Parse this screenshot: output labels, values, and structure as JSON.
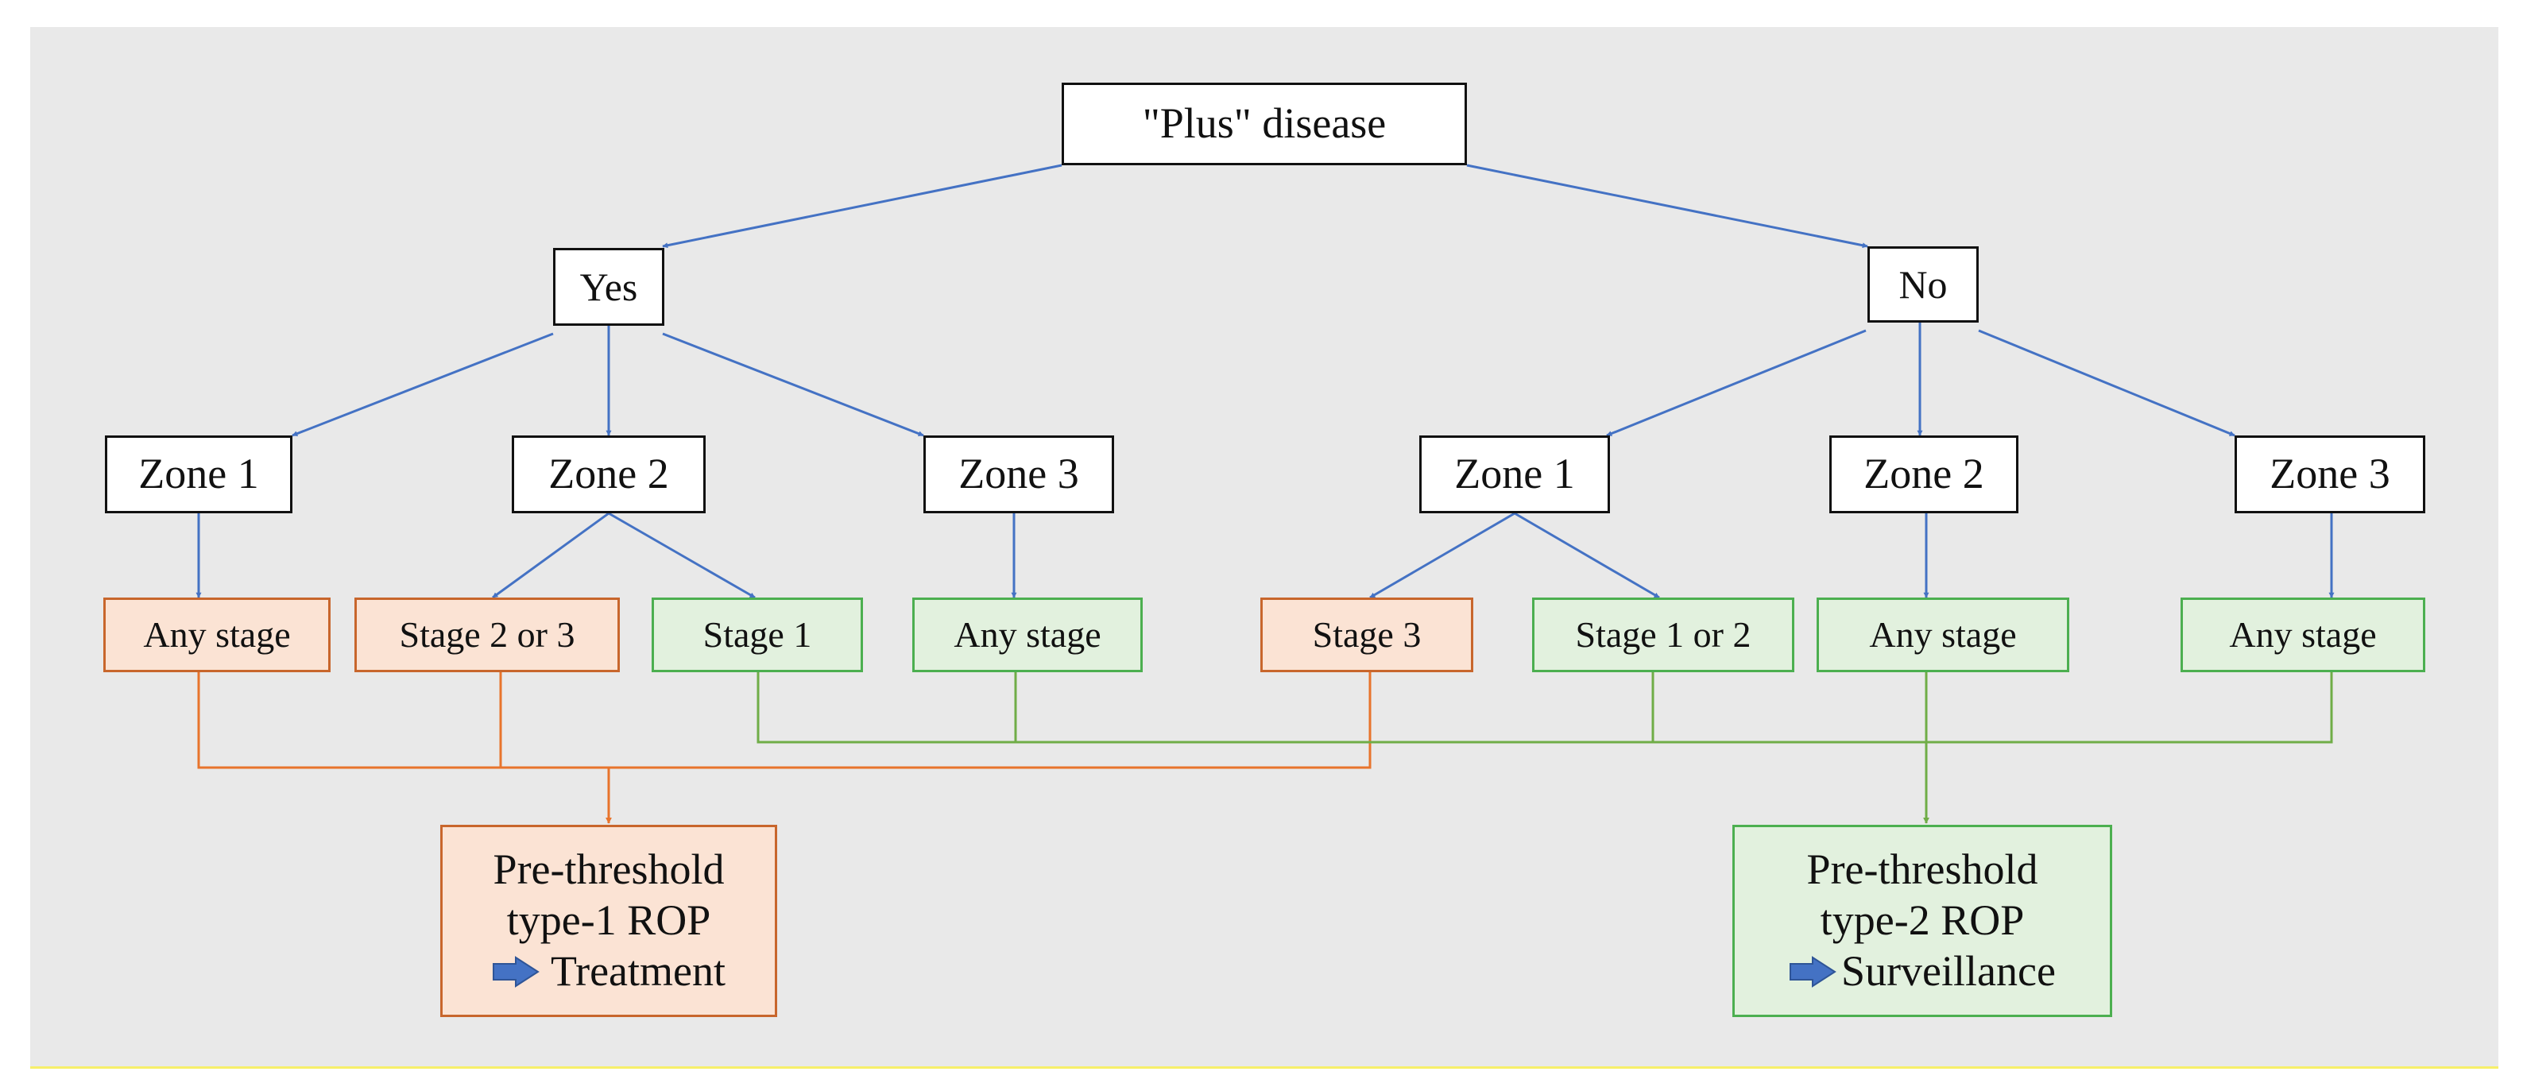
{
  "colors": {
    "blue_connector": "#4472c4",
    "orange_connector": "#e8742c",
    "green_connector": "#70ad47",
    "orange_fill": "#fbe3d4",
    "orange_border": "#c8662c",
    "green_fill": "#e2f1de",
    "green_border": "#4caf50",
    "arrow_icon": "#4472c4"
  },
  "nodes": {
    "root": "\"Plus\" disease",
    "yes": "Yes",
    "no": "No",
    "yes_zone1": "Zone 1",
    "yes_zone2": "Zone 2",
    "yes_zone3": "Zone 3",
    "no_zone1": "Zone 1",
    "no_zone2": "Zone 2",
    "no_zone3": "Zone 3",
    "yes_z1_any": "Any stage",
    "yes_z2_stage23": "Stage 2 or 3",
    "yes_z2_stage1": "Stage 1",
    "yes_z3_any": "Any stage",
    "no_z1_stage3": "Stage 3",
    "no_z1_stage12": "Stage 1 or 2",
    "no_z2_any": "Any stage",
    "no_z3_any": "Any stage"
  },
  "outcomes": {
    "type1": {
      "line1": "Pre-threshold",
      "line2": "type-1 ROP",
      "action": "Treatment",
      "icon": "right-arrow-icon"
    },
    "type2": {
      "line1": "Pre-threshold",
      "line2": "type-2 ROP",
      "action": "Surveillance",
      "icon": "right-arrow-icon"
    }
  }
}
